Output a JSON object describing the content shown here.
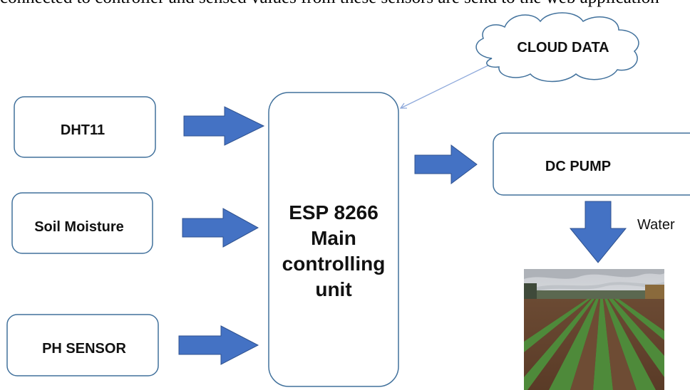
{
  "caption": "connected to controller and sensed values from these sensors are send to the web application",
  "blocks": {
    "dht11": "DHT11",
    "soil": "Soil Moisture",
    "ph": "PH SENSOR",
    "esp_line1": "ESP 8266",
    "esp_line2": "Main",
    "esp_line3": "controlling",
    "esp_line4": "unit",
    "pump": "DC PUMP",
    "cloud": "CLOUD DATA"
  },
  "labels": {
    "water": "Water"
  },
  "colors": {
    "arrow_fill": "#4472c4",
    "box_stroke": "#41719c",
    "connector": "#8ea9db"
  }
}
